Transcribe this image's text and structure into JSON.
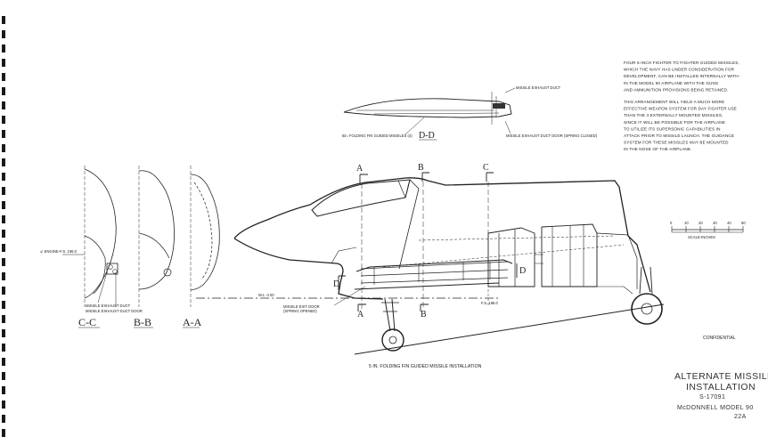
{
  "notes": [
    "FOUR 5-INCH FIGHTER TO FIGHTER GUIDED MISSILES,",
    "WHICH THE NAVY HAS UNDER CONSIDERATION FOR",
    "DEVELOPMENT, CAN BE INSTALLED INTERNALLY WITH-",
    "IN THE MODEL 90 AIRPLANE WITH  THE  GUNS",
    "AND  AMMUNITION  PROVISIONS  BEING  RETAINED.",
    "THIS ARRANGEMENT WILL YIELD A MUCH MORE",
    "EFFECTIVE WEAPON SYSTEM FOR DAY FIGHTER USE",
    "THAN THE 4 EXTERNALLY MOUNTED MISSILES,",
    "SINCE IT WILL BE POSSIBLE FOR THE AIRPLANE",
    "TO UTILIZE ITS SUPERSONIC CAPABILITIES IN",
    "ATTACK PRIOR TO MISSILE LAUNCH. THE GUIDANCE",
    "SYSTEM FOR THESE MISSILES MAY BE MOUNTED",
    "IN THE NOSE  OF  THE  AIRPLANE."
  ],
  "detail_dd": {
    "label_exhaust_duct": "MISSILE EXHAUST DUCT",
    "label_missiles": "5in. FOLDING FIN GUIDED MISSILES (4)",
    "label_door": "MISSILE EXHAUST DUCT DOOR (SPRING CLOSED)",
    "section": "D-D"
  },
  "sections": {
    "cc": "C-C",
    "bb": "B-B",
    "aa": "A-A",
    "engine_label": "⊄ ENGINE-F.S. 196.0",
    "exhaust_duct_label": "MISSILE EXHAUST DUCT",
    "exhaust_door_label": "MISSILE EXHAUST DUCT DOOR"
  },
  "side_view": {
    "mark_a": "A",
    "mark_b": "B",
    "mark_c": "C",
    "mark_d": "D",
    "wl_label": "W.L. 0.00",
    "fs_label": "F.S. 196.0",
    "exit_door_label": "MISSILE EXIT DOOR",
    "exit_door_sub": "(SPRING OPENED)",
    "caption": "5 IN. FOLDING FIN GUIDED MISSILE INSTALLATION"
  },
  "scale": {
    "ticks": [
      "0",
      "10",
      "20",
      "30",
      "40",
      "50"
    ],
    "label": "SCALE-INCHES"
  },
  "confidential": "CONFIDENTIAL",
  "title": {
    "line1": "ALTERNATE  MISSILE",
    "line2": "INSTALLATION",
    "drawing_no": "S-17091",
    "model": "McDONNELL  MODEL  90",
    "page": "22A"
  }
}
